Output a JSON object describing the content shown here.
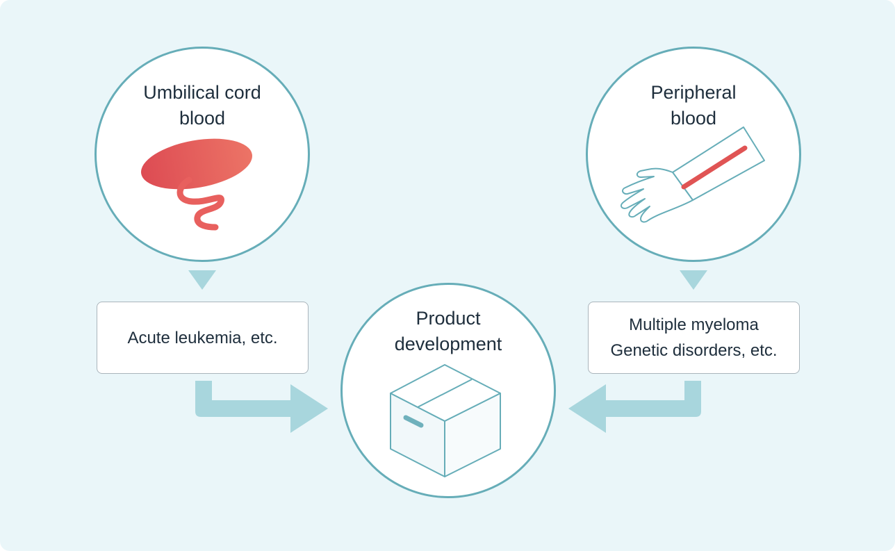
{
  "colors": {
    "background": "#eaf6f9",
    "circle_border": "#66adb8",
    "arrow": "#a8d6dd",
    "box_border": "#a9b4bb",
    "text": "#1e2e3c",
    "blood_red": "#e05454"
  },
  "sources": {
    "cord_blood": {
      "title_line1": "Umbilical cord",
      "title_line2": "blood",
      "icon": "umbilical-cord-icon"
    },
    "peripheral_blood": {
      "title_line1": "Peripheral",
      "title_line2": "blood",
      "icon": "arm-vein-icon"
    }
  },
  "indications": {
    "cord_blood": {
      "line1": "Acute leukemia, etc."
    },
    "peripheral_blood": {
      "line1": "Multiple myeloma",
      "line2": "Genetic disorders, etc."
    }
  },
  "product": {
    "title_line1": "Product",
    "title_line2": "development",
    "icon": "box-icon"
  }
}
